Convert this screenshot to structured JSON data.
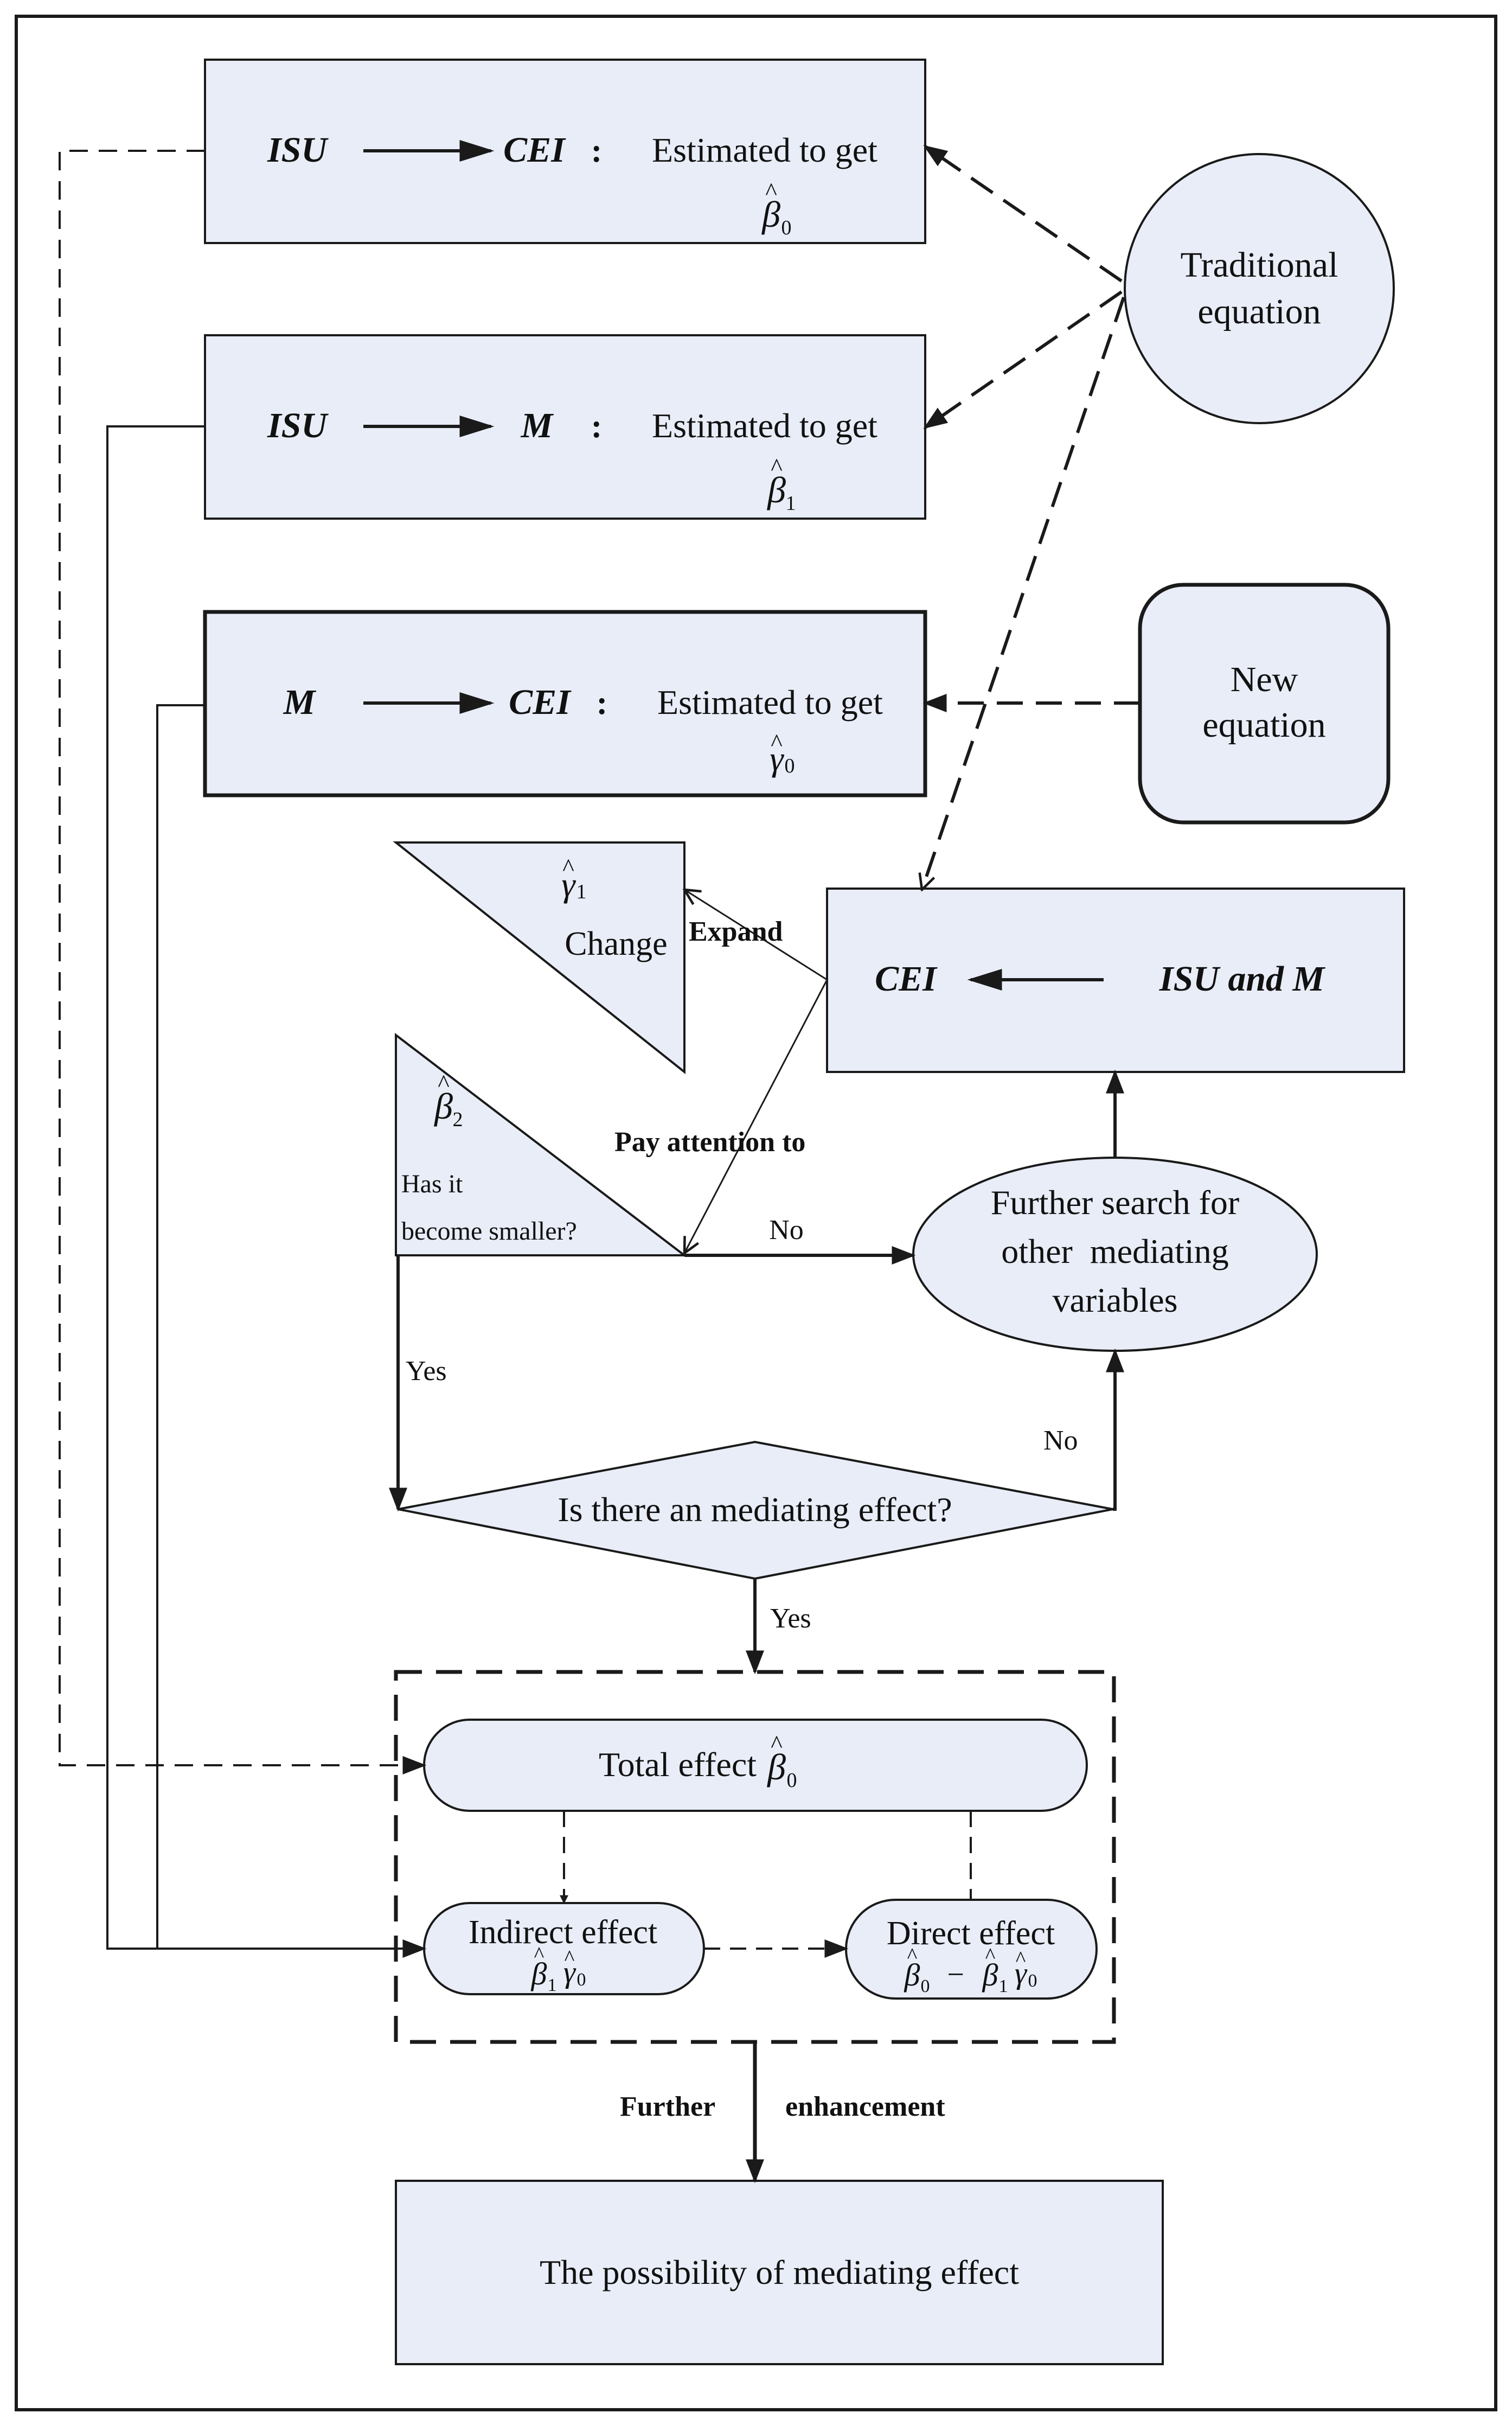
{
  "colors": {
    "fill": "#e8edf7",
    "stroke": "#1a1a1a",
    "text": "#111111"
  },
  "boxes": {
    "b1": {
      "from": "ISU",
      "to": "CEI",
      "colon": ":",
      "text": "Estimated to get"
    },
    "b2": {
      "from": "ISU",
      "to": "M",
      "colon": ":",
      "text": "Estimated to get"
    },
    "b3": {
      "from": "M",
      "to": "CEI",
      "colon": ":",
      "text": "Estimated to get"
    },
    "b4": {
      "left": "CEI",
      "right": "ISU and M"
    }
  },
  "symbols": {
    "beta": "β",
    "gamma": "γ",
    "hat": "^",
    "sub0": "0",
    "sub1": "1",
    "sub2": "2"
  },
  "traditional": {
    "line1": "Traditional",
    "line2": "equation"
  },
  "new_eq": {
    "line1": "New",
    "line2": "equation"
  },
  "tri1": {
    "label": "Change"
  },
  "tri2": {
    "line1": "Has it",
    "line2": "become smaller?"
  },
  "labels": {
    "expand": "Expand",
    "pay_attention": "Pay attention to",
    "no1": "No",
    "no2": "No",
    "yes1": "Yes",
    "yes2": "Yes",
    "further": "Further",
    "enhancement": "enhancement"
  },
  "further_search": {
    "line1": "Further search for",
    "line2": "other  mediating",
    "line3": "variables"
  },
  "diamond": {
    "text": "Is there an mediating effect?"
  },
  "total": {
    "label": "Total effect"
  },
  "indirect": {
    "label": "Indirect effect"
  },
  "direct": {
    "label": "Direct effect",
    "minus": "−"
  },
  "final": {
    "text": "The possibility of mediating effect"
  }
}
